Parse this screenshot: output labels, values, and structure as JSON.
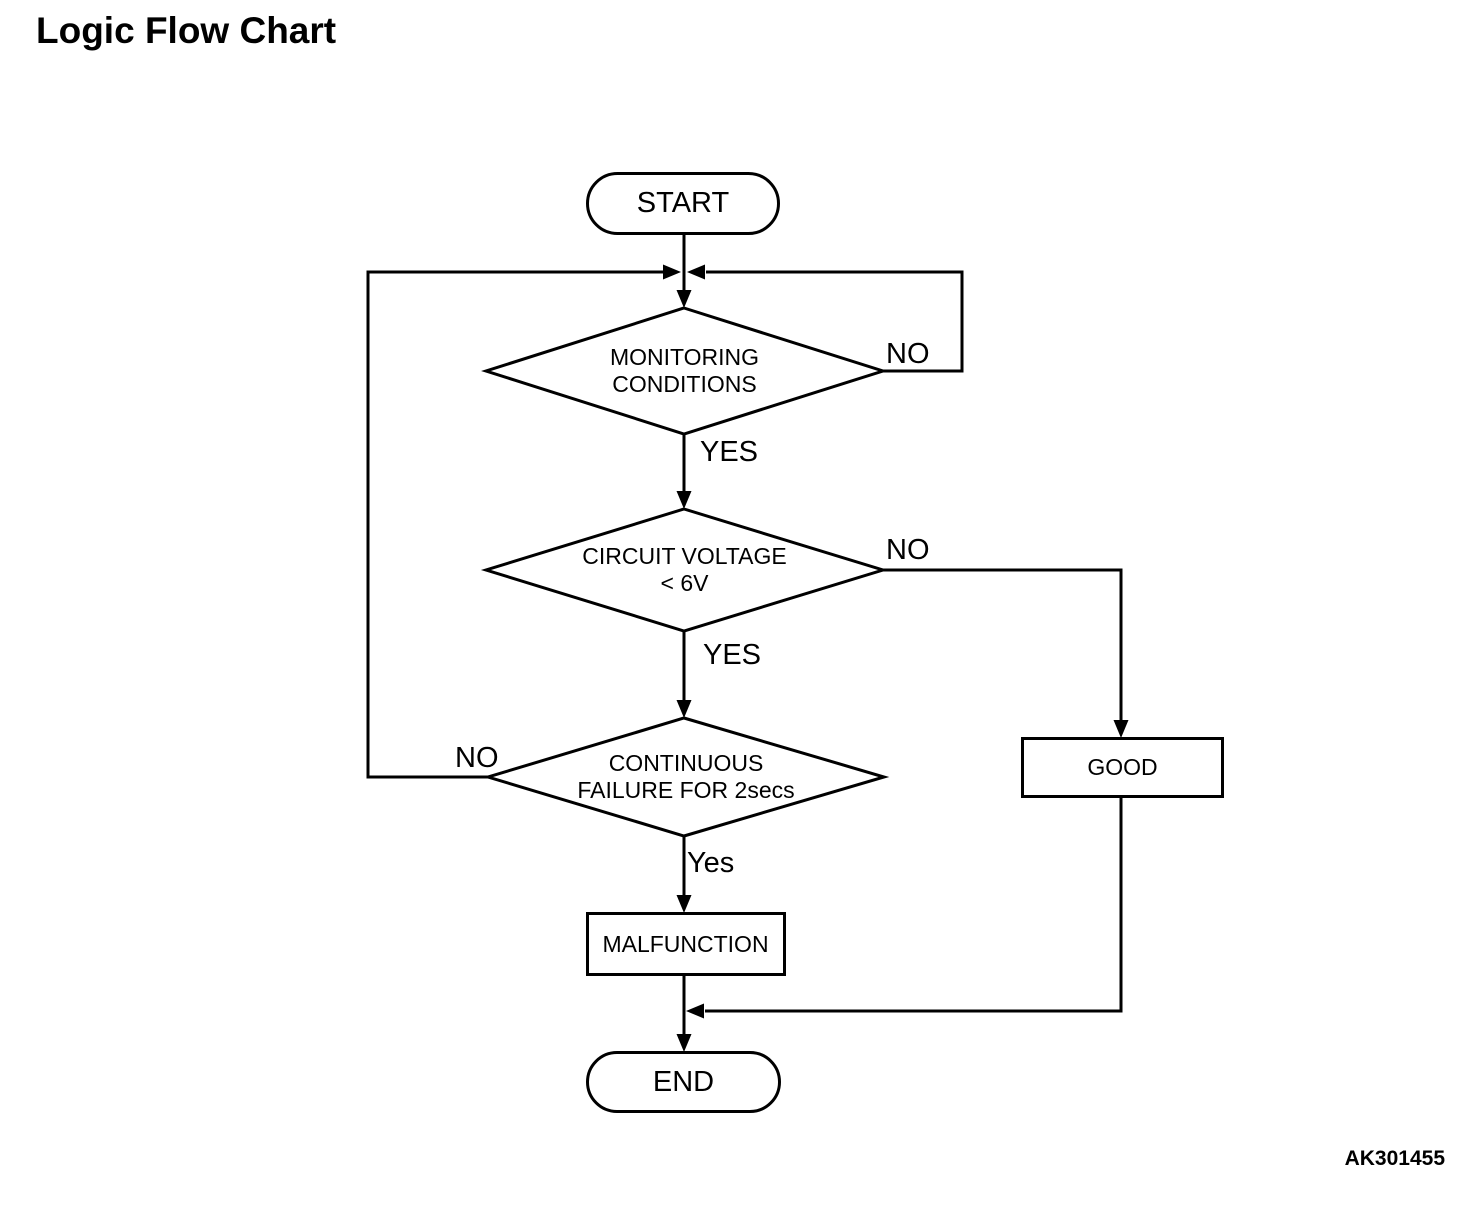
{
  "page": {
    "title": "Logic Flow Chart",
    "figure_code": "AK301455"
  },
  "colors": {
    "line": "#000000",
    "background": "#ffffff",
    "text": "#000000"
  },
  "flowchart": {
    "nodes": {
      "start": {
        "type": "terminator",
        "label": "START"
      },
      "monitoring": {
        "type": "decision",
        "line1": "MONITORING",
        "line2": "CONDITIONS"
      },
      "voltage": {
        "type": "decision",
        "line1": "CIRCUIT VOLTAGE",
        "line2": "< 6V"
      },
      "failure": {
        "type": "decision",
        "line1": "CONTINUOUS",
        "line2": "FAILURE FOR 2secs"
      },
      "good": {
        "type": "process",
        "label": "GOOD"
      },
      "malfunction": {
        "type": "process",
        "label": "MALFUNCTION"
      },
      "end": {
        "type": "terminator",
        "label": "END"
      }
    },
    "edges": {
      "start_out": {
        "from": "start",
        "to": "monitoring"
      },
      "monitoring_no": {
        "from": "monitoring",
        "to": "monitoring",
        "label": "NO"
      },
      "monitoring_yes": {
        "from": "monitoring",
        "to": "voltage",
        "label": "YES"
      },
      "voltage_no": {
        "from": "voltage",
        "to": "good",
        "label": "NO"
      },
      "voltage_yes": {
        "from": "voltage",
        "to": "failure",
        "label": "YES"
      },
      "failure_no": {
        "from": "failure",
        "to": "monitoring",
        "label": "NO"
      },
      "failure_yes": {
        "from": "failure",
        "to": "malfunction",
        "label": "Yes"
      },
      "malfunction_out": {
        "from": "malfunction",
        "to": "end"
      },
      "good_out": {
        "from": "good",
        "to": "end"
      }
    }
  }
}
